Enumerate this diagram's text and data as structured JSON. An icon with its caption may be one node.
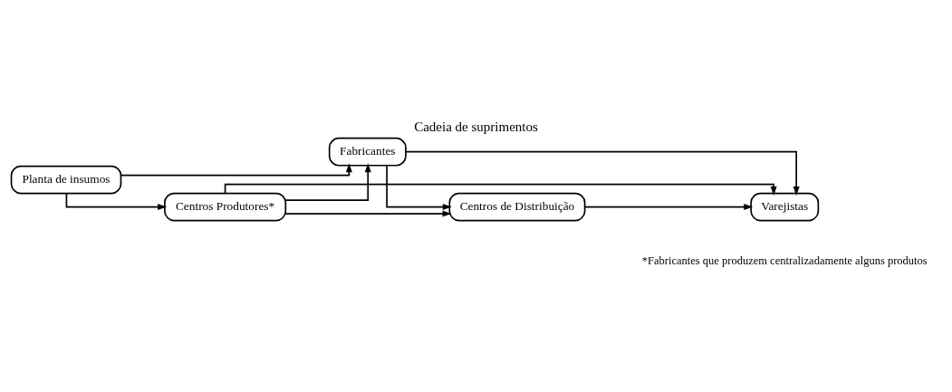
{
  "diagram": {
    "title": "Cadeia de suprimentos",
    "nodes": [
      {
        "text": [
          "Planta de insumos"
        ]
      },
      {
        "text": [
          "Centros Produtores*"
        ]
      },
      {
        "text": [
          "Fabricantes"
        ]
      },
      {
        "text": [
          "Centros de Distribuição"
        ]
      },
      {
        "text": [
          "Varejistas"
        ]
      }
    ],
    "edges": [
      {
        "from": 0,
        "to": 1,
        "arrow": "to"
      },
      {
        "from": 0,
        "to": 2,
        "arrow": "to"
      },
      {
        "from": 1,
        "to": 2,
        "arrow": "to"
      },
      {
        "from": 1,
        "to": 3,
        "arrow": "to"
      },
      {
        "from": 1,
        "to": 4,
        "arrow": "to"
      },
      {
        "from": 2,
        "to": 3,
        "arrow": "to"
      },
      {
        "from": 2,
        "to": 4,
        "arrow": "to"
      },
      {
        "from": 3,
        "to": 4,
        "arrow": "to"
      }
    ],
    "labels": [
      "*Fabricantes que produzem centralizadamente alguns produtos"
    ]
  }
}
